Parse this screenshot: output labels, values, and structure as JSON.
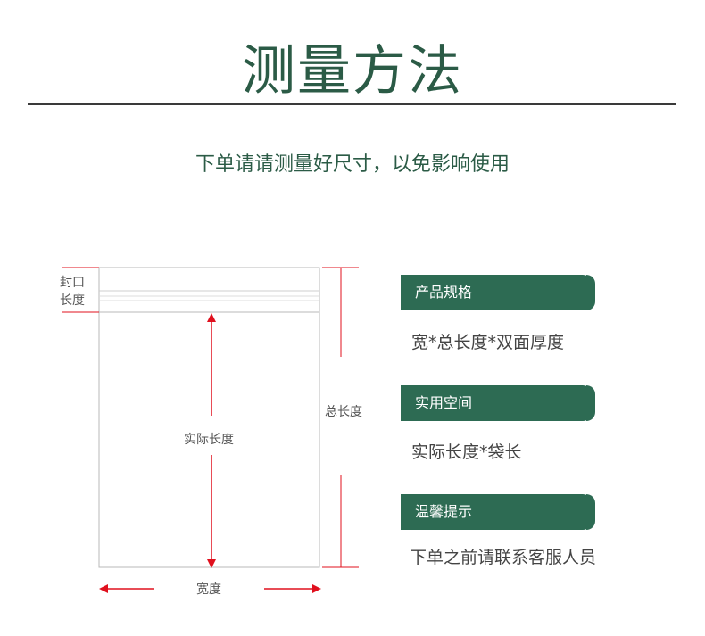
{
  "header": {
    "title": "测量方法",
    "subtitle": "下单请请测量好尺寸，以免影响使用"
  },
  "diagram": {
    "seal_label_line1": "封口",
    "seal_label_line2": "长度",
    "actual_length_label": "实际长度",
    "total_length_label": "总长度",
    "width_label": "宽度"
  },
  "info": [
    {
      "tag": "产品规格",
      "text": "宽*总长度*双面厚度"
    },
    {
      "tag": "实用空间",
      "text": "实际长度*袋长"
    },
    {
      "tag": "温馨提示",
      "text": "下单之前请联系客服人员"
    }
  ],
  "colors": {
    "brand_green": "#2d6b53",
    "title_green": "#2b5b46",
    "arrow_red": "#e0101e"
  }
}
